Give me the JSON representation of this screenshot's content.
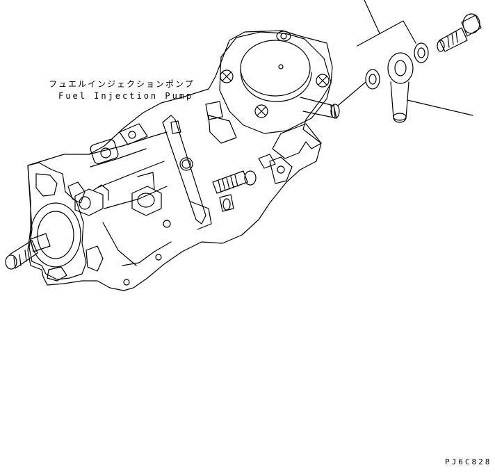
{
  "part_label": {
    "japanese": "フュエルインジェクションポンプ",
    "english": "Fuel Injection Pump"
  },
  "drawing_code": "PJ6C828"
}
